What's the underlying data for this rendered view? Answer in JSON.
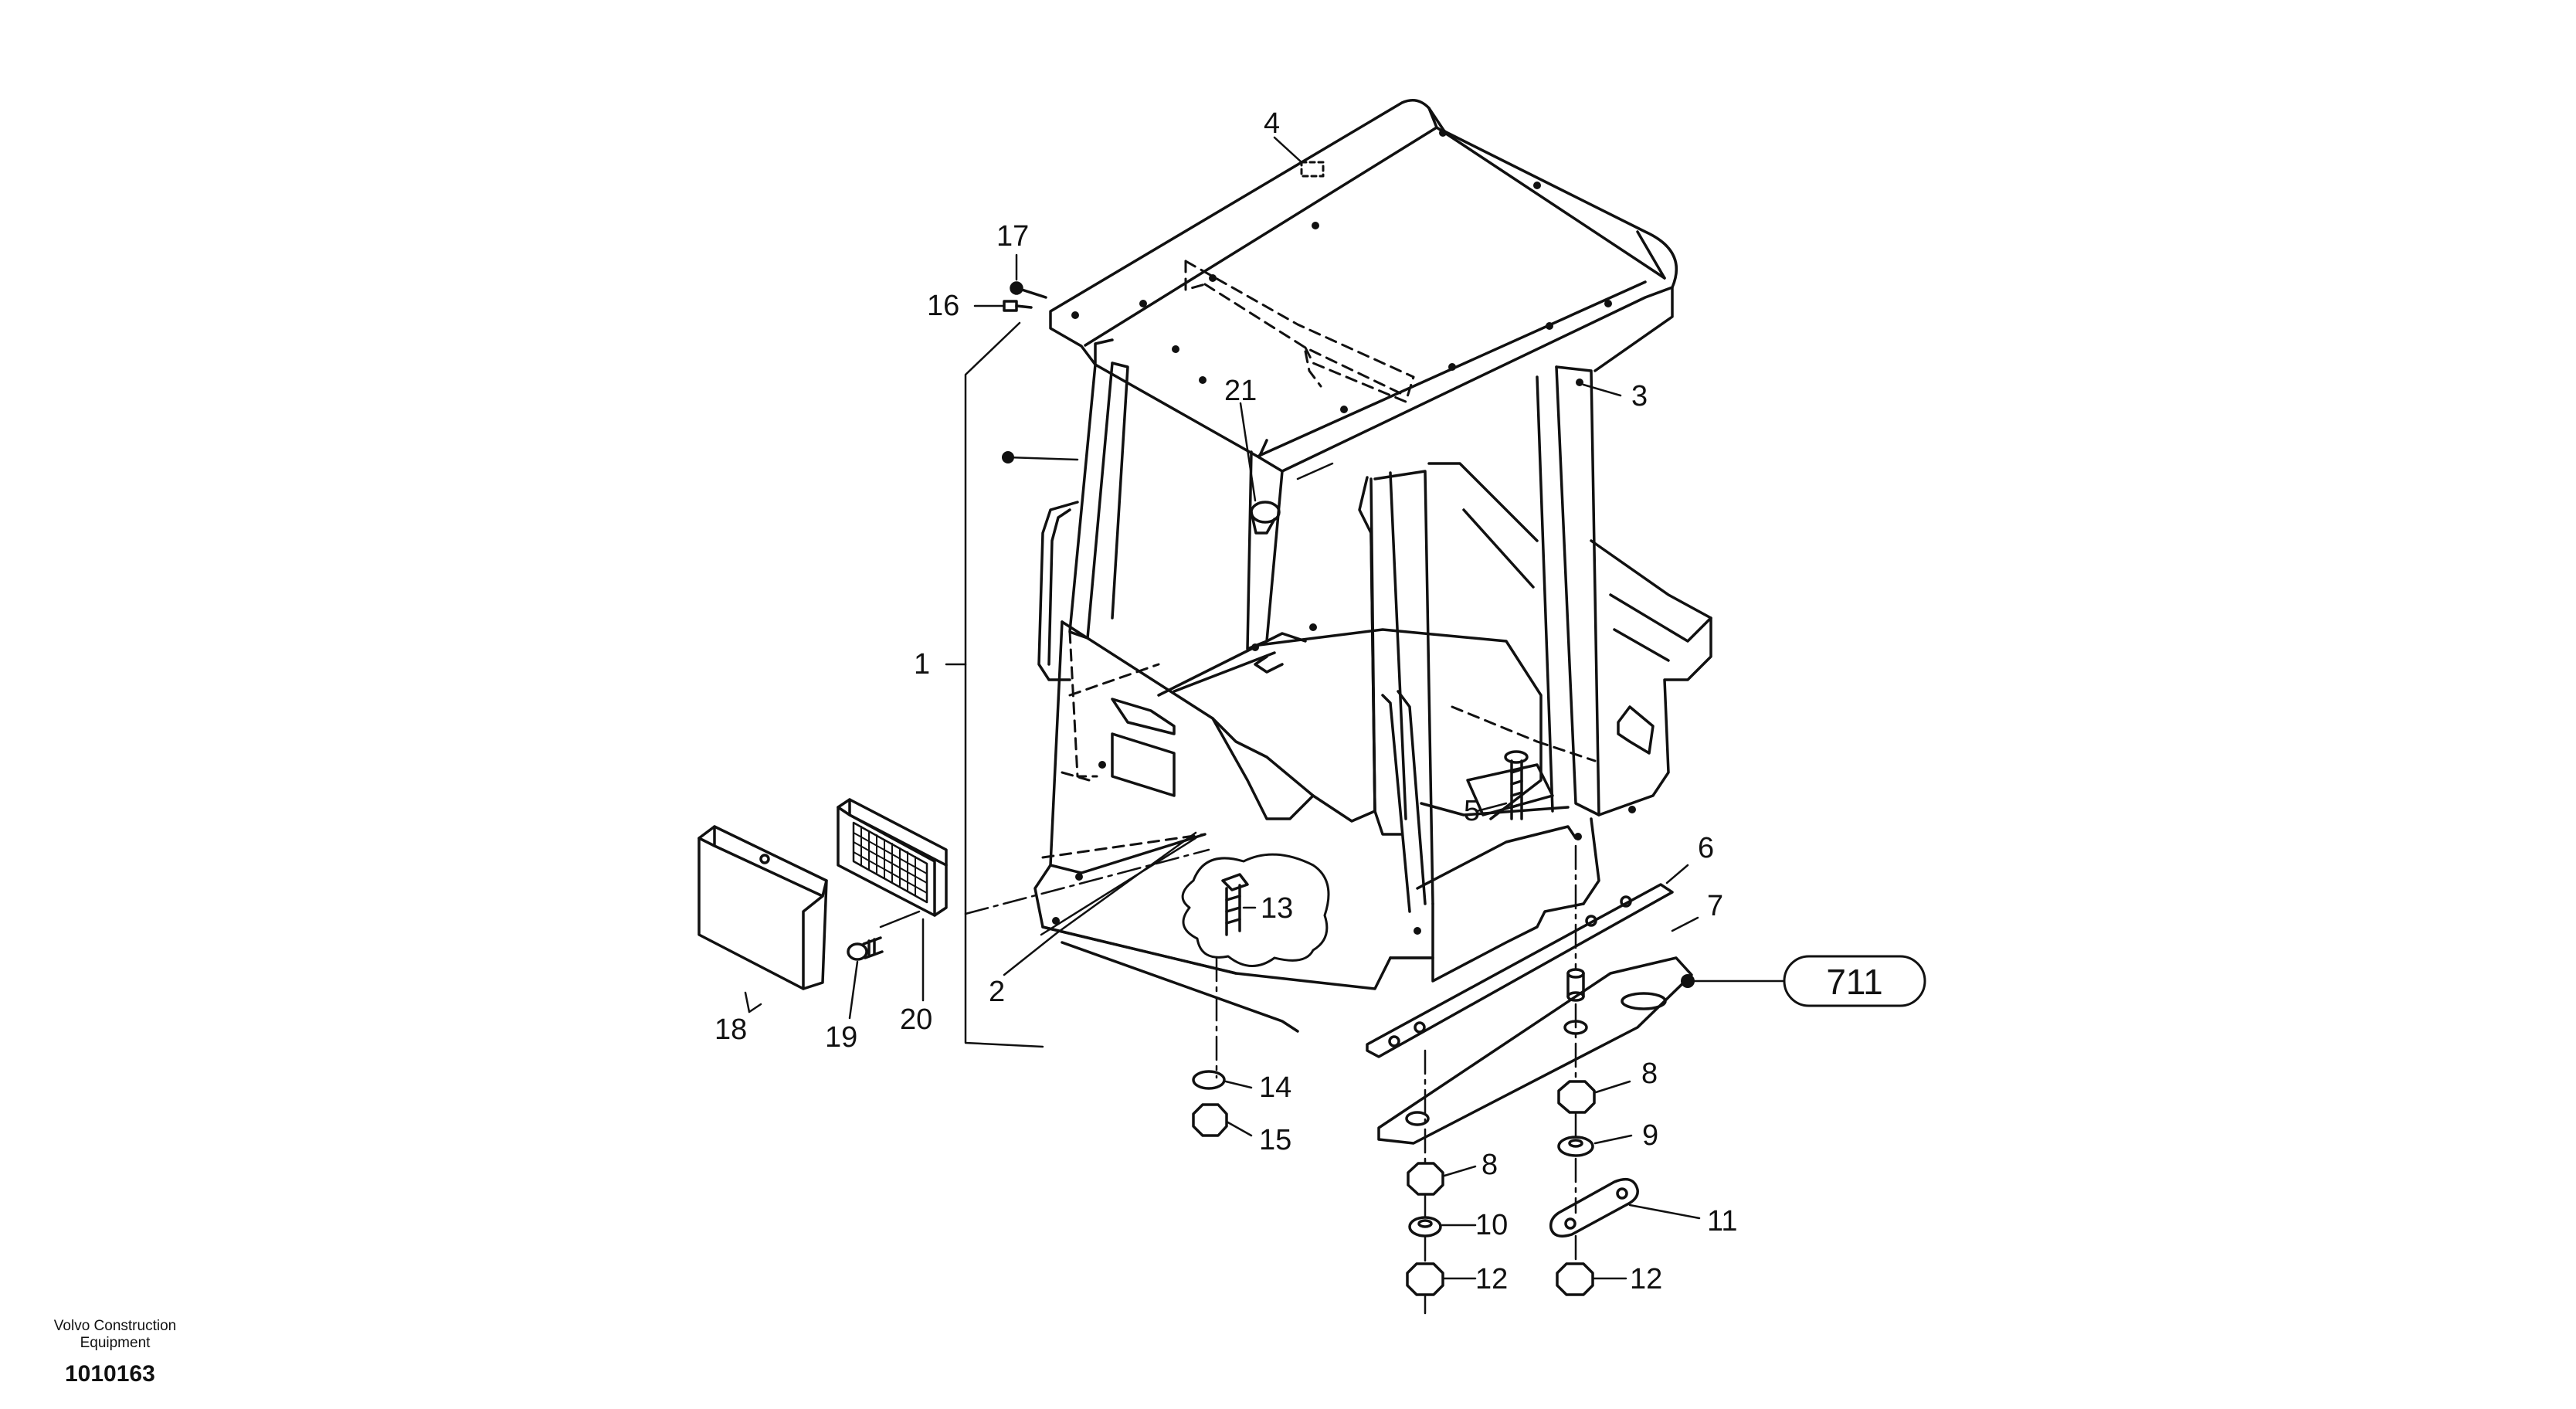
{
  "diagram": {
    "callouts": {
      "c1": "1",
      "c2": "2",
      "c3": "3",
      "c4": "4",
      "c5": "5",
      "c6": "6",
      "c7": "7",
      "c8a": "8",
      "c8b": "8",
      "c9": "9",
      "c10": "10",
      "c11": "11",
      "c12a": "12",
      "c12b": "12",
      "c13": "13",
      "c14": "14",
      "c15": "15",
      "c16": "16",
      "c17": "17",
      "c18": "18",
      "c19": "19",
      "c20": "20",
      "c21": "21"
    },
    "reference_label": "711"
  },
  "footer": {
    "brand_line1": "Volvo Construction",
    "brand_line2": "Equipment",
    "drawing_number": "1010163"
  }
}
